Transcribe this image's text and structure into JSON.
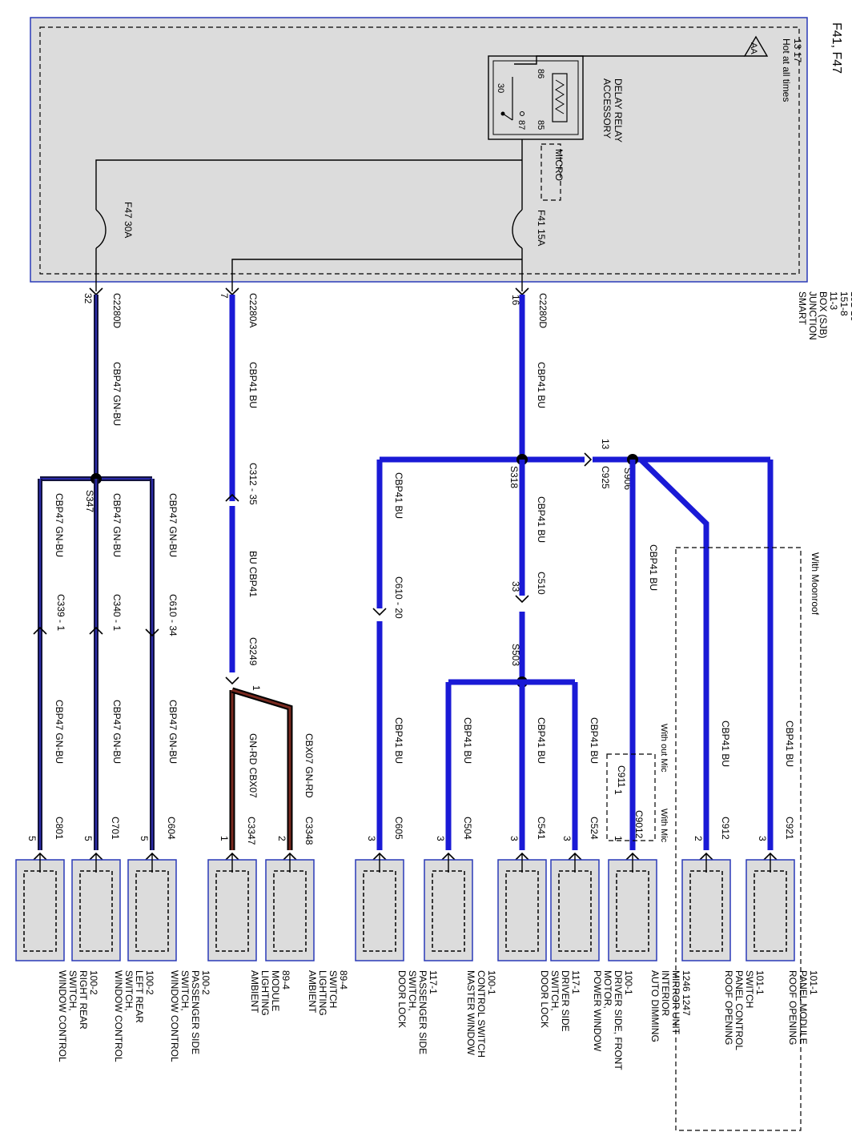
{
  "page_title": "F41, F47",
  "sjb": {
    "label_lines": [
      "SMART",
      "JUNCTION",
      "BOX (SJB)",
      "11-3",
      "151-8",
      "151-13"
    ],
    "hot_lines": [
      "Hot at all times",
      "13 17"
    ],
    "hot_symbol": "AA",
    "relay_lines": [
      "ACCESSORY",
      "DELAY RELAY"
    ],
    "relay_pins": [
      "86",
      "85",
      "30",
      "87"
    ],
    "micro_label": "MICRO",
    "fuse_f41": "F41  15A",
    "fuse_f47": "F47  30A"
  },
  "main_connectors": [
    {
      "pin": "16",
      "name": "C2280D"
    },
    {
      "pin": "7",
      "name": "C2280A"
    },
    {
      "pin": "32",
      "name": "C2280D"
    }
  ],
  "wires": {
    "cbp41_bu": "CBP41  BU",
    "cbp41_bu_rev": "BU  CBP41",
    "cbp47_gnbu": "CBP47  GN-BU",
    "cbx07_gnrd": "CBX07  GN-RD",
    "cbx07_gnrd_rev": "GN-RD  CBX07"
  },
  "splices": {
    "s318": "S318",
    "s906": "S906",
    "s503": "S503",
    "s347": "S347"
  },
  "inline_connectors": {
    "c925": "C925",
    "c925_pin": "13",
    "c510": "C510",
    "c510_pin": "33",
    "c610_20": "C610 - 20",
    "c312_35": "C312 - 35",
    "c3249": "C3249",
    "c3249_pin": "1",
    "c339": "C339 - 1",
    "c340": "C340 - 1",
    "c610_34": "C610 - 34"
  },
  "with_moonroof": "With Moonroof",
  "with_out_mic": "With out Mic",
  "with_mic": "With Mic",
  "components": [
    {
      "conn": "C921",
      "pin": "3",
      "lines": [
        "ROOF OPENING",
        "PANEL MODULE",
        "101-1"
      ]
    },
    {
      "conn": "C912",
      "pin": "2",
      "lines": [
        "ROOF OPENING",
        "PANEL CONTROL",
        "SWITCH",
        "101-1"
      ]
    },
    {
      "conn": "C911",
      "conn2": "C9012",
      "pin": "1",
      "pin2": "1",
      "lines": [
        "AUTO DIMMING",
        "INTERIOR",
        "MIRROR UNIT",
        "1246  1247"
      ]
    },
    {
      "conn": "C524",
      "pin": "3",
      "lines": [
        "POWER WINDOW",
        "MOTOR,",
        "DRIVER SIDE, FRONT",
        "100-1"
      ]
    },
    {
      "conn": "C541",
      "pin": "3",
      "lines": [
        "DOOR LOCK",
        "SWITCH,",
        "DRIVER SIDE",
        "117-1"
      ]
    },
    {
      "conn": "C504",
      "pin": "3",
      "lines": [
        "MASTER WINDOW",
        "CONTROL SWITCH",
        "100-1"
      ]
    },
    {
      "conn": "C605",
      "pin": "3",
      "lines": [
        "DOOR LOCK",
        "SWITCH,",
        "PASSENGER SIDE",
        "117-1"
      ]
    },
    {
      "conn": "C3348",
      "pin": "2",
      "lines": [
        "AMBIENT",
        "LIGHTING",
        "SWITCH",
        "89-4"
      ]
    },
    {
      "conn": "C3347",
      "pin": "1",
      "lines": [
        "AMBIENT",
        "LIGHTING",
        "MODULE",
        "89-4"
      ]
    },
    {
      "conn": "C604",
      "pin": "5",
      "lines": [
        "WINDOW CONTROL",
        "SWITCH,",
        "PASSENGER SIDE",
        "100-2"
      ]
    },
    {
      "conn": "C701",
      "pin": "5",
      "lines": [
        "WINDOW CONTROL",
        "SWITCH,",
        "LEFT REAR",
        "100-2"
      ]
    },
    {
      "conn": "C801",
      "pin": "5",
      "lines": [
        "WINDOW CONTROL",
        "SWITCH,",
        "RIGHT REAR",
        "100-2"
      ]
    }
  ]
}
